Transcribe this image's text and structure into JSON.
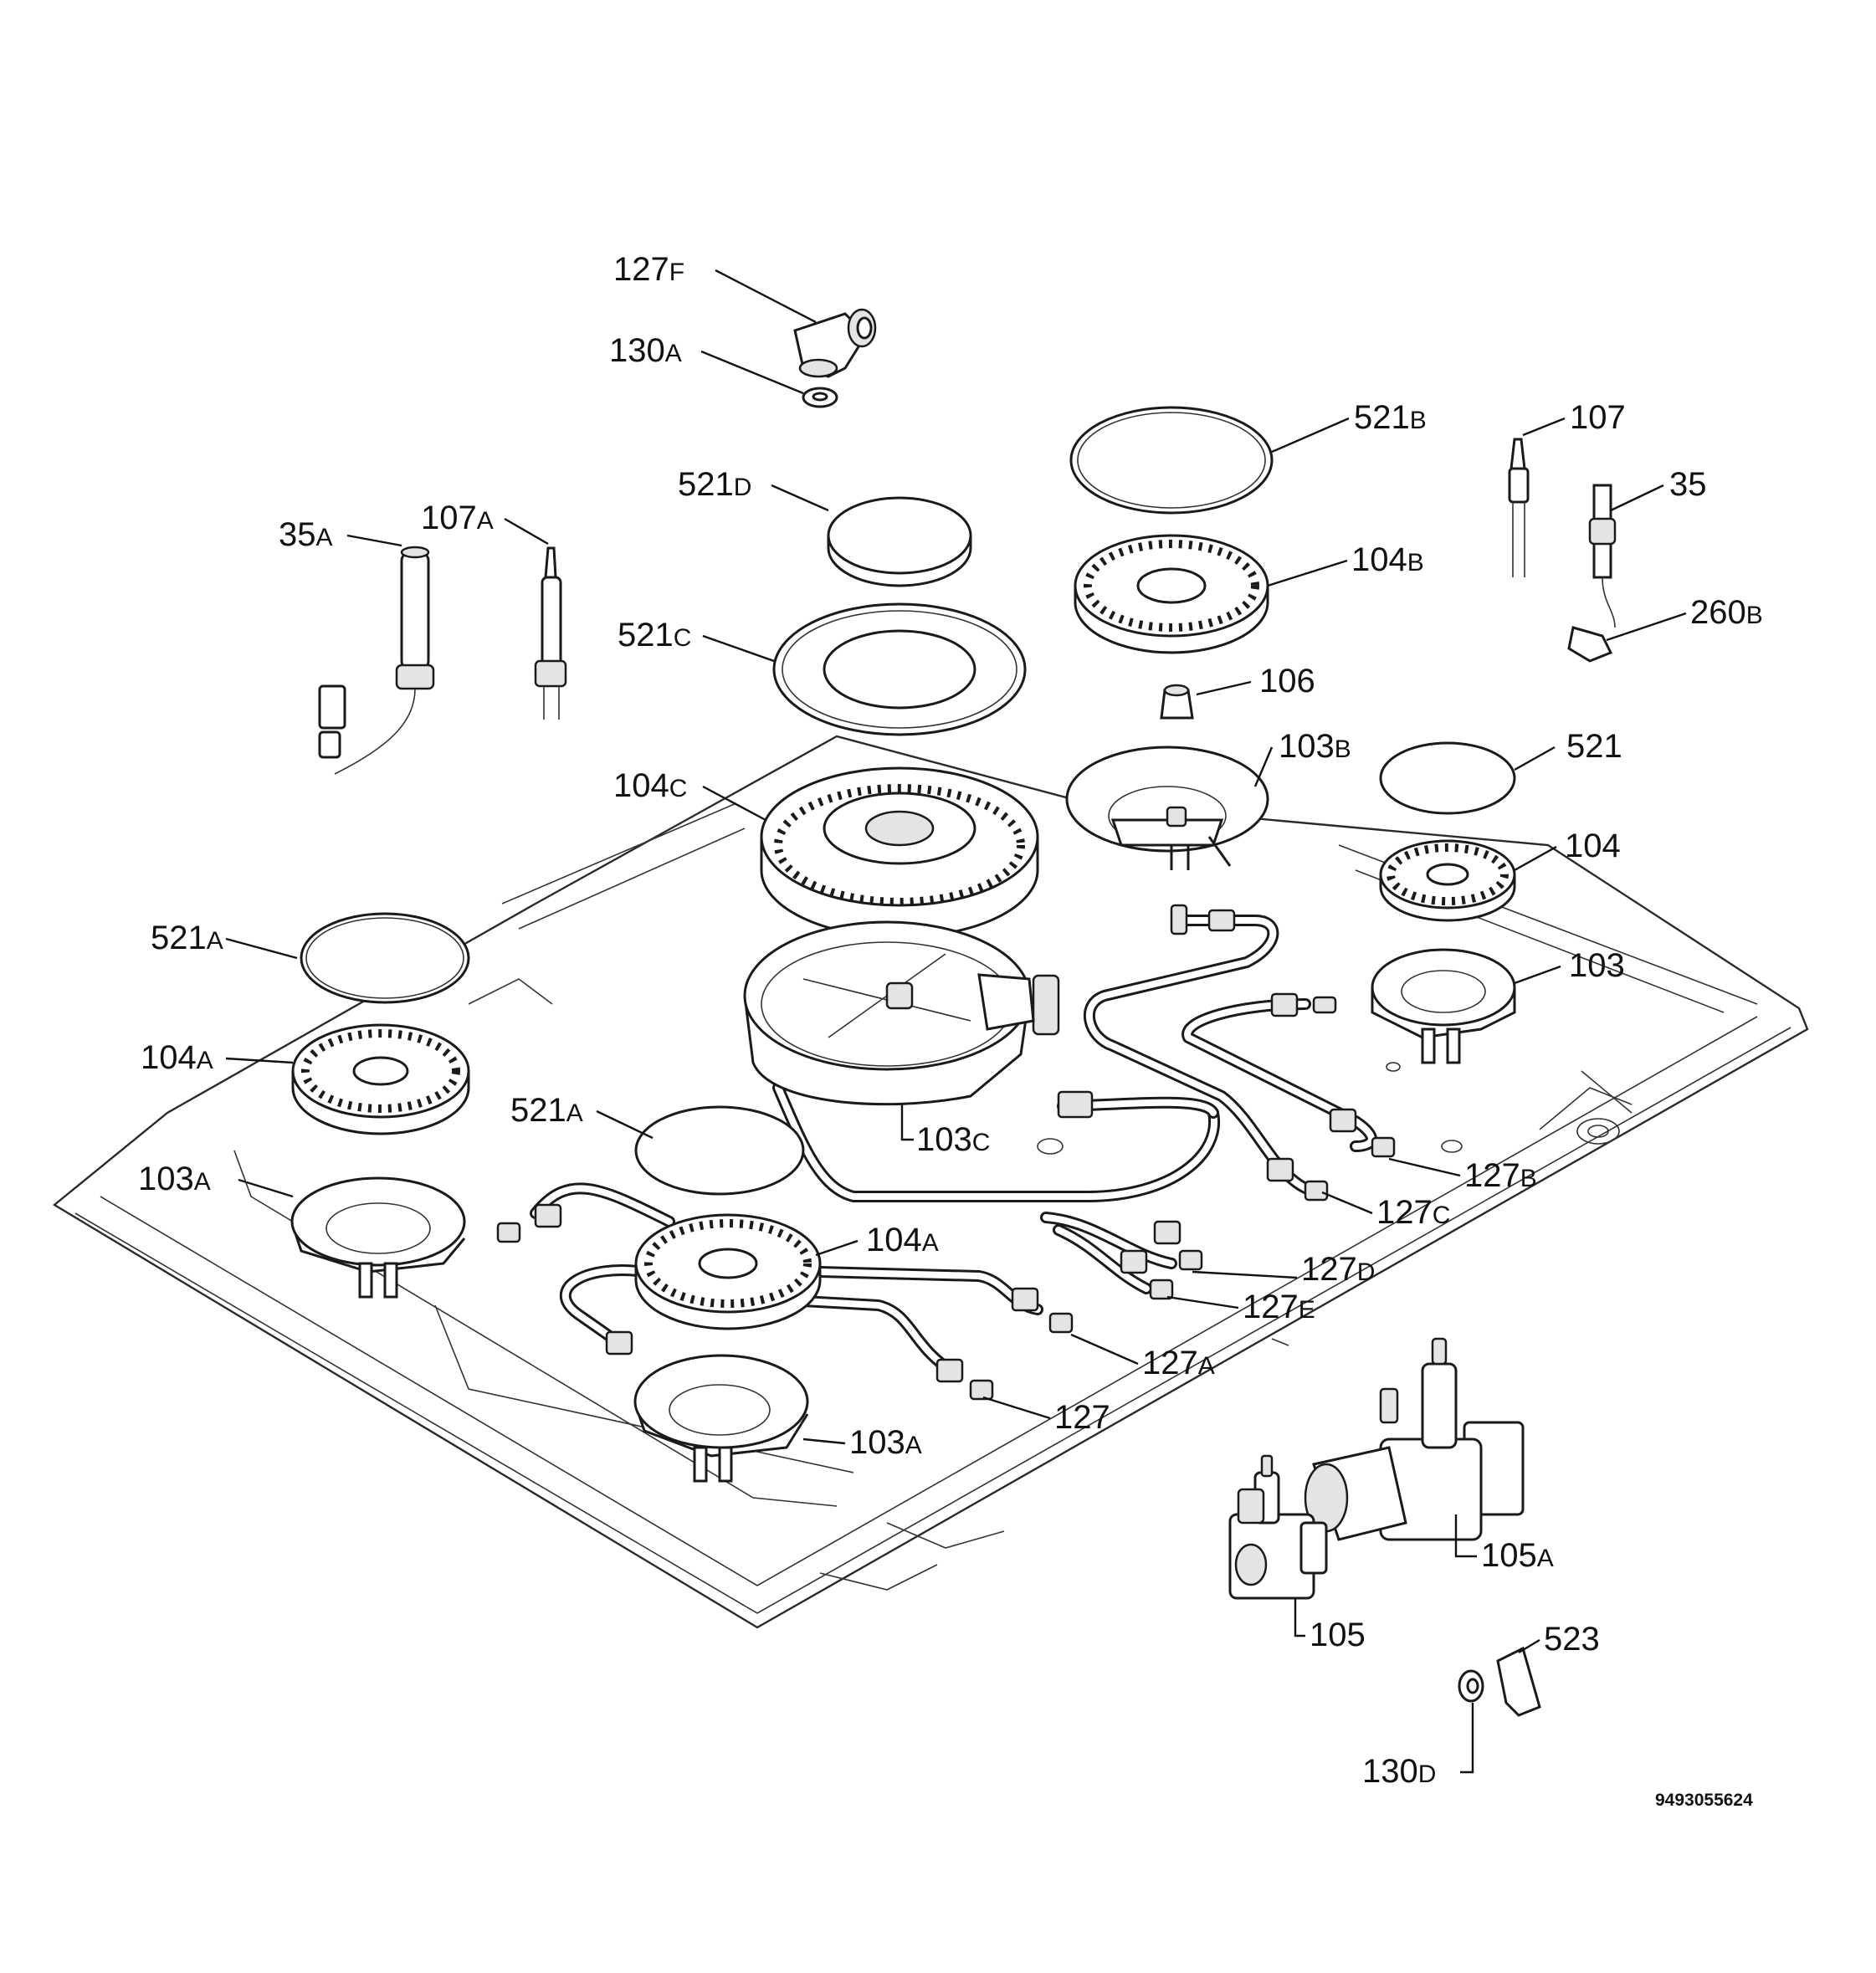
{
  "callouts": [
    {
      "id": "127f",
      "num": "127",
      "suf": "F"
    },
    {
      "id": "130a-top",
      "num": "130",
      "suf": "A"
    },
    {
      "id": "521b",
      "num": "521",
      "suf": "B"
    },
    {
      "id": "107",
      "num": "107",
      "suf": ""
    },
    {
      "id": "35",
      "num": "35",
      "suf": ""
    },
    {
      "id": "260b",
      "num": "260",
      "suf": "B"
    },
    {
      "id": "521d",
      "num": "521",
      "suf": "D"
    },
    {
      "id": "35a",
      "num": "35",
      "suf": "A"
    },
    {
      "id": "107a",
      "num": "107",
      "suf": "A"
    },
    {
      "id": "104b",
      "num": "104",
      "suf": "B"
    },
    {
      "id": "521c",
      "num": "521",
      "suf": "C"
    },
    {
      "id": "106",
      "num": "106",
      "suf": ""
    },
    {
      "id": "103b",
      "num": "103",
      "suf": "B"
    },
    {
      "id": "521",
      "num": "521",
      "suf": ""
    },
    {
      "id": "104c",
      "num": "104",
      "suf": "C"
    },
    {
      "id": "104",
      "num": "104",
      "suf": ""
    },
    {
      "id": "521a-left",
      "num": "521",
      "suf": "A"
    },
    {
      "id": "103",
      "num": "103",
      "suf": ""
    },
    {
      "id": "104a-left",
      "num": "104",
      "suf": "A"
    },
    {
      "id": "521a-mid",
      "num": "521",
      "suf": "A"
    },
    {
      "id": "103c",
      "num": "103",
      "suf": "C"
    },
    {
      "id": "127b",
      "num": "127",
      "suf": "B"
    },
    {
      "id": "103a-left",
      "num": "103",
      "suf": "A"
    },
    {
      "id": "127c",
      "num": "127",
      "suf": "C"
    },
    {
      "id": "104a-mid",
      "num": "104",
      "suf": "A"
    },
    {
      "id": "127d",
      "num": "127",
      "suf": "D"
    },
    {
      "id": "127e",
      "num": "127",
      "suf": "E"
    },
    {
      "id": "127a",
      "num": "127",
      "suf": "A"
    },
    {
      "id": "127",
      "num": "127",
      "suf": ""
    },
    {
      "id": "103a-mid",
      "num": "103",
      "suf": "A"
    },
    {
      "id": "105a",
      "num": "105",
      "suf": "A"
    },
    {
      "id": "105",
      "num": "105",
      "suf": ""
    },
    {
      "id": "523",
      "num": "523",
      "suf": ""
    },
    {
      "id": "130d",
      "num": "130",
      "suf": "D"
    }
  ],
  "document_number": "9493055624"
}
